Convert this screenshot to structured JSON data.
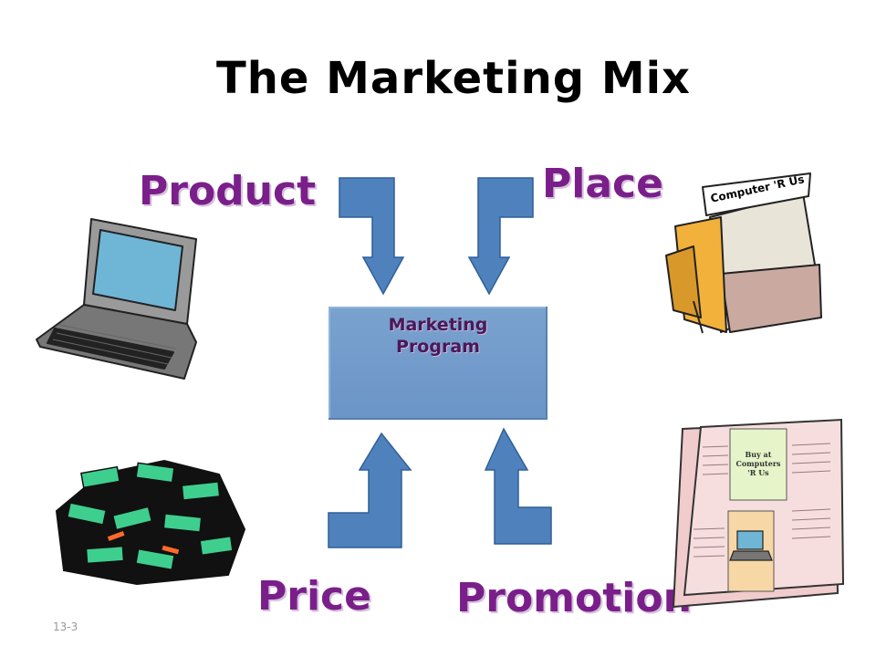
{
  "title": "The Marketing Mix",
  "labels": {
    "product": "Product",
    "place": "Place",
    "price": "Price",
    "promotion": "Promotion"
  },
  "center": {
    "line1": "Marketing",
    "line2": "Program"
  },
  "store_sign": "Computer 'R Us",
  "ad": {
    "line1": "Buy at",
    "line2": "Computers",
    "line3": "'R Us"
  },
  "slide_number": "13-3",
  "colors": {
    "label": "#7a1f8a",
    "arrow": "#4f81bd",
    "box": "#7aa2cf",
    "money": "#3ecf8e"
  }
}
